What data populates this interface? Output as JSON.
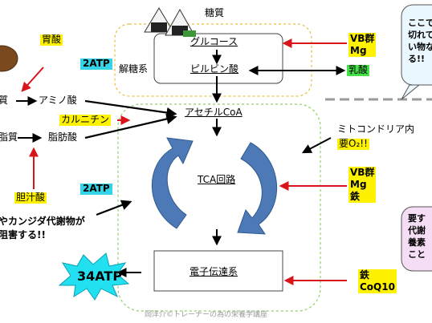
{
  "labels": {
    "sugar": "糖質",
    "glucose": "グルコース",
    "pyruvate": "ピルビン酸",
    "glycolysis": "解糖系",
    "atp_glycolysis": "2ATP",
    "atp_tca": "2ATP",
    "lactate": "乳酸",
    "vb_group": "VB群",
    "mg": "Mg",
    "iron": "鉄",
    "coq10": "CoQ10",
    "stomach_acid": "胃酸",
    "protein": "質",
    "amino_acid": "アミノ酸",
    "carnitine": "カルニチン",
    "lipid": "脂質",
    "fatty_acid": "脂肪酸",
    "bile_acid": "胆汁酸",
    "acetyl_coa": "アセチルCoA",
    "mitochondria": "ミトコンドリア内",
    "oxygen": "要O₂!!",
    "tca_cycle": "TCA回路",
    "candida_line1": "やカンジダ代謝物が",
    "candida_line2": "阻害する!!",
    "electron_transport": "電子伝達系",
    "atp_34": "34ATP"
  },
  "callouts": {
    "top": [
      "ここで",
      "切れて",
      "い物な",
      "る!!"
    ],
    "bottom": [
      "要す",
      "代謝",
      "養素",
      "こと"
    ]
  },
  "footer": {
    "credit": "岡洋介©トレーナーの為の栄養学講座"
  }
}
